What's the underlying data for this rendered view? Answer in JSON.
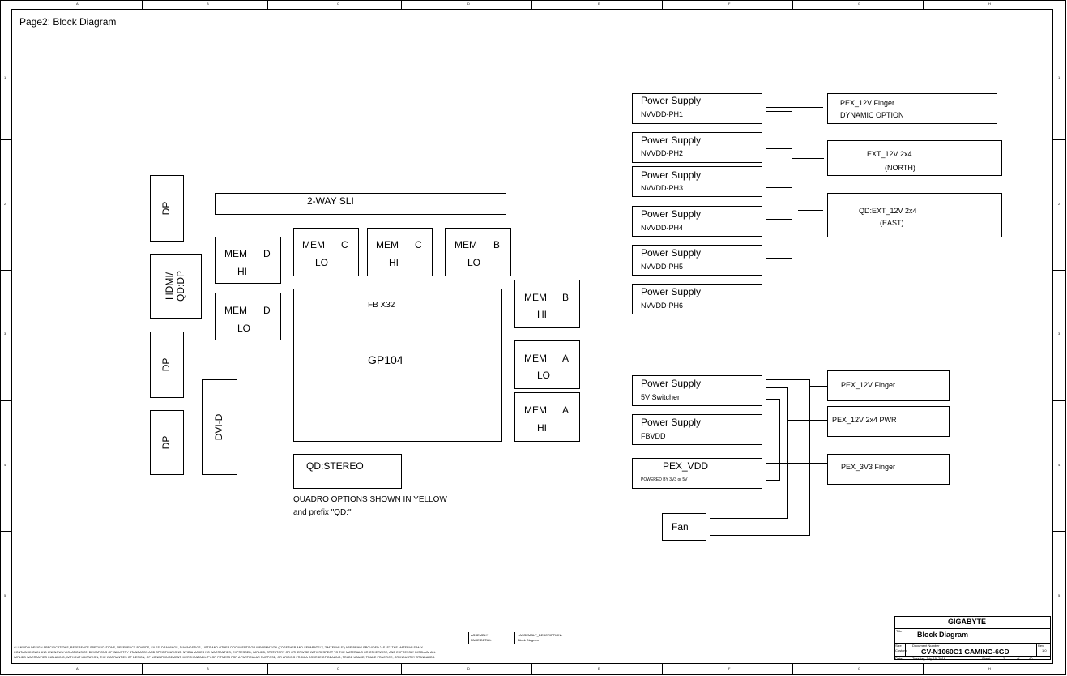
{
  "page_title": "Page2: Block Diagram",
  "zones": {
    "columns": [
      "A",
      "B",
      "C",
      "D",
      "E",
      "F",
      "G",
      "H"
    ],
    "rows": [
      "1",
      "2",
      "3",
      "4",
      "5"
    ]
  },
  "connectors": {
    "dp1": "DP",
    "hdmi": "HDMI/\nQD:DP",
    "dp2": "DP",
    "dp3": "DP",
    "dvi": "DVI-D"
  },
  "sli": "2-WAY SLI",
  "memory": {
    "d_hi": {
      "name": "MEM",
      "ch": "D",
      "pos": "HI"
    },
    "d_lo": {
      "name": "MEM",
      "ch": "D",
      "pos": "LO"
    },
    "c_lo": {
      "name": "MEM",
      "ch": "C",
      "pos": "LO"
    },
    "c_hi": {
      "name": "MEM",
      "ch": "C",
      "pos": "HI"
    },
    "b_lo": {
      "name": "MEM",
      "ch": "B",
      "pos": "LO"
    },
    "b_hi": {
      "name": "MEM",
      "ch": "B",
      "pos": "HI"
    },
    "a_lo": {
      "name": "MEM",
      "ch": "A",
      "pos": "LO"
    },
    "a_hi": {
      "name": "MEM",
      "ch": "A",
      "pos": "HI"
    }
  },
  "gpu": {
    "fb": "FB X32",
    "name": "GP104"
  },
  "stereo": "QD:STEREO",
  "quadro_note": {
    "line1": "QUADRO OPTIONS SHOWN IN YELLOW",
    "line2": "and prefix \"QD:\""
  },
  "power_supplies": [
    {
      "title": "Power Supply",
      "sub": "NVVDD-PH1"
    },
    {
      "title": "Power Supply",
      "sub": "NVVDD-PH2"
    },
    {
      "title": "Power Supply",
      "sub": "NVVDD-PH3"
    },
    {
      "title": "Power Supply",
      "sub": "NVVDD-PH4"
    },
    {
      "title": "Power Supply",
      "sub": "NVVDD-PH5"
    },
    {
      "title": "Power Supply",
      "sub": "NVVDD-PH6"
    }
  ],
  "power_inputs": {
    "pex_finger_dyn": {
      "line1": "PEX_12V Finger",
      "line2": "DYNAMIC OPTION"
    },
    "ext_north": {
      "line1": "EXT_12V 2x4",
      "line2": "(NORTH)"
    },
    "ext_east": {
      "line1": "QD:EXT_12V 2x4",
      "line2": "(EAST)"
    }
  },
  "aux_supplies": {
    "sw5v": {
      "title": "Power Supply",
      "sub": "5V Switcher"
    },
    "fbvdd": {
      "title": "Power Supply",
      "sub": "FBVDD"
    },
    "pexvdd": {
      "title": "PEX_VDD",
      "sub": "POWERED BY 3V3 or 5V"
    },
    "fan": "Fan"
  },
  "aux_inputs": {
    "pex12v": "PEX_12V Finger",
    "pex12v_2x4": "PEX_12V 2x4 PWR",
    "pex3v3": "PEX_3V3 Finger"
  },
  "assembly": {
    "col1_line1": "ASSEMBLY",
    "col1_line2": "PAGE DETAIL",
    "col2_line1": "<ASSEMBLY_DESCRIPTION>",
    "col2_line2": "Block Diagram"
  },
  "title_block": {
    "company": "GIGABYTE",
    "title_label": "Title",
    "title": "Block Diagram",
    "size_label": "Size",
    "size_value": "Custom",
    "docnum_label": "Document Number",
    "docnum": "GV-N1060G1 GAMING-6GD",
    "rev_label": "Rev",
    "rev": "1.0",
    "date_label": "Date:",
    "date": "Tuesday, July 19, 2016",
    "sheet_label": "Sheet",
    "sheet": "2",
    "of_label": "of",
    "sheets": "40"
  },
  "legal": [
    "ALL NVIDIA DESIGN SPECIFICATIONS, REFERENCE SPECIFICATIONS, REFERENCE BOARDS, FILES, DRAWINGS, DIAGNOSTICS, LISTS AND OTHER DOCUMENTS OR INFORMATION (TOGETHER AND SEPARATELY, \"MATERIALS\") ARE BEING PROVIDED \"AS IS\". THE MATERIALS MAY",
    "CONTAIN KNOWN AND UNKNOWN VIOLATIONS OR DEVIATIONS OF INDUSTRY STANDARDS AND SPECIFICATIONS. NVIDIA MAKES NO WARRANTIES, EXPRESSED, IMPLIED, STATUTORY OR OTHERWISE WITH RESPECT TO THE MATERIALS OR OTHERWISE, AND EXPRESSLY DISCLAIM ALL",
    "IMPLIED WARRANTIES INCLUDING, WITHOUT LIMITATION, THE WARRANTIES OF DESIGN, OF NONINFRINGEMENT, MERCHANTABILITY OR FITNESS FOR A PARTICULAR PURPOSE, OR ARISING FROM A COURSE OF DEALING, TRADE USAGE, TRADE PRACTICE, OR INDUSTRY STANDARDS."
  ]
}
